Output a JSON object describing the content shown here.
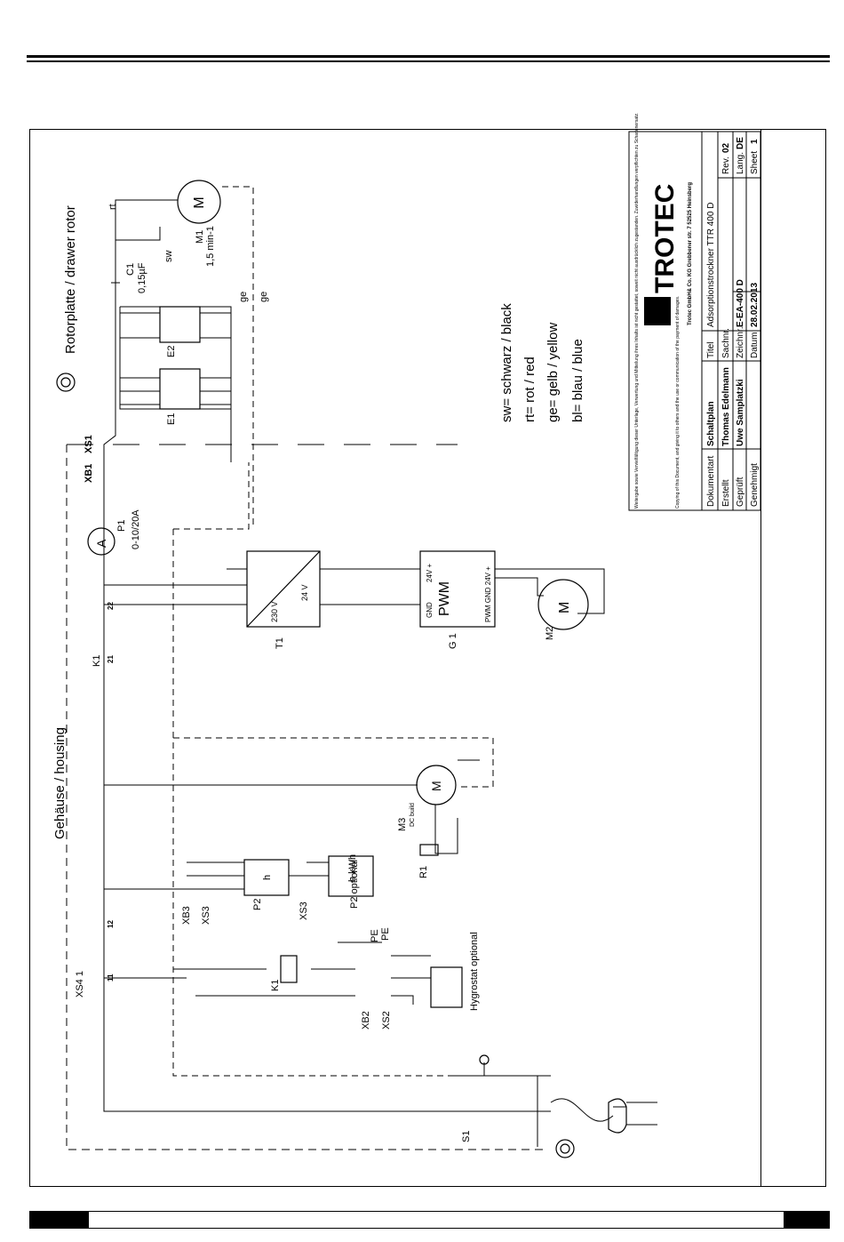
{
  "labels": {
    "rotor": "Rotorplatte / drawer rotor",
    "housing": "Gehäuse / housing",
    "M1": "M1",
    "M1_speed": "1,5 min-1",
    "M_letter": "M",
    "tilde": "~",
    "rt": "rt",
    "sw": "sw",
    "ge": "ge",
    "C1": "C1",
    "C1_val": "0,15µF",
    "E1": "E1",
    "E2": "E2",
    "XB1": "XB1",
    "XS1": "XS1",
    "P1": "P1",
    "P1_range": "0-10/20A",
    "A": "A",
    "T1": "T1",
    "T1_230": "230 V",
    "T1_24": "24 V",
    "G1": "G 1",
    "PWM": "PWM",
    "GND": "GND",
    "V24": "24V +",
    "PWMGND": "PWM GND 24V +",
    "M2": "M2",
    "M3": "M3",
    "M3_sub": "DC build",
    "K1": "K1",
    "n21": "21",
    "n22": "22",
    "n11": "11",
    "n12": "12",
    "XS4": "XS4 1",
    "XB3": "XB3",
    "XS3": "XS3",
    "XB2": "XB2",
    "XS2": "XS2",
    "P2": "P2",
    "P2_opt": "P2 optional",
    "h": "h",
    "kWh": "h kWh",
    "PE": "PE",
    "R1": "R1",
    "hygro": "Hygrostat optional",
    "S1": "S1"
  },
  "legend": [
    "sw= schwarz / black",
    "rt= rot / red",
    "ge= gelb / yellow",
    "bl= blau / blue"
  ],
  "titleblock": {
    "brand": "TROTEC",
    "address": "Trotec GmbH& Co. KG Grebbener str. 7 52525 Heinsberg",
    "notice_de": "Weitergabe sowie Vervielfältigung dieser Unterlage, Verwertung und Mitteilung ihres Inhalts ist nicht gestattet, soweit nicht ausdrücklich zugestanden. Zuwiderhandlungen verpflichten zu Schadenersatz.",
    "notice_en": "Copying of this Document, and giving it to others and the use or communication of the payment of damages.",
    "rows": [
      {
        "k": "Dokumentart",
        "v": "Schaltplan"
      },
      {
        "k": "Erstellt",
        "v": "Thomas Edelmann"
      },
      {
        "k": "Geprüft",
        "v": "Uwe Samplatzki"
      },
      {
        "k": "Genehmigt",
        "v": ""
      }
    ],
    "titel_k": "Titel",
    "titel_v": "Adsorptionstrockner TTR 400 D",
    "sachnr_k": "Sachnr.",
    "zeichn_k": "Zeichnr.",
    "zeichn_v": "E-EA-400 D",
    "datum_k": "Datum",
    "datum_v": "28.02.2013",
    "rev_k": "Rev.",
    "rev_v": "02",
    "lang_k": "Lang.",
    "lang_v": "DE",
    "sheet_k": "Sheet",
    "sheet_v": "1"
  }
}
